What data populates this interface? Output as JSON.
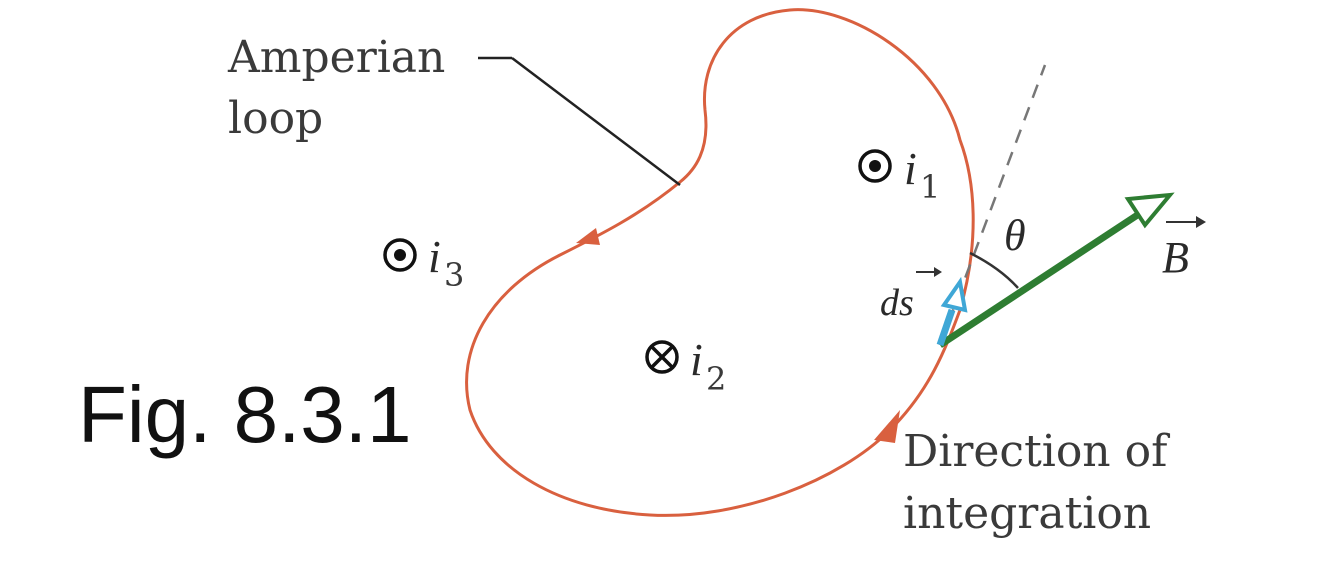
{
  "diagram": {
    "label_amperian_line1": "Amperian",
    "label_amperian_line2": "loop",
    "current_1": {
      "symbol": "i",
      "subscript": "1",
      "direction": "out-of-page"
    },
    "current_2": {
      "symbol": "i",
      "subscript": "2",
      "direction": "into-page"
    },
    "current_3": {
      "symbol": "i",
      "subscript": "3",
      "direction": "out-of-page"
    },
    "angle_label": "θ",
    "ds_label": "ds",
    "b_label": "B",
    "direction_line1": "Direction of",
    "direction_line2": "integration",
    "figure_caption": "Fig. 8.3.1",
    "colors": {
      "loop": "#d9603f",
      "b_vector": "#2e7d32",
      "ds_vector": "#3fa7d6",
      "text": "#3a3a3a"
    }
  }
}
